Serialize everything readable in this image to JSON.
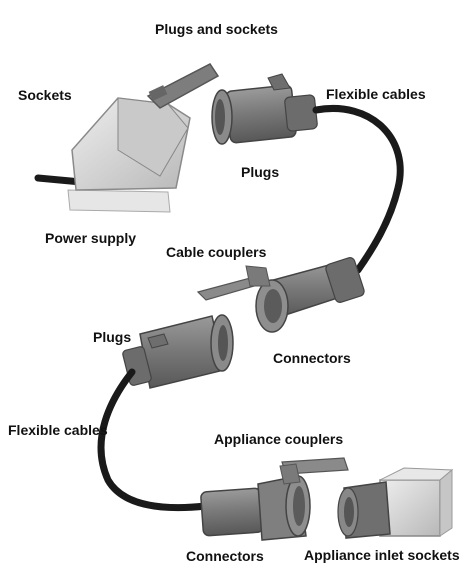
{
  "title": "Plugs and sockets",
  "labels": {
    "sockets": "Sockets",
    "power_supply": "Power supply",
    "flexible_cables_top": "Flexible cables",
    "plugs_top": "Plugs",
    "cable_couplers": "Cable couplers",
    "plugs_middle": "Plugs",
    "connectors_middle": "Connectors",
    "flexible_cables_left": "Flexible cables",
    "appliance_couplers": "Appliance couplers",
    "connectors_bottom": "Connectors",
    "appliance_inlet_sockets": "Appliance inlet sockets"
  },
  "colors": {
    "device_dark": "#6f6f6f",
    "device_mid": "#8c8c8c",
    "device_light": "#b5b5b5",
    "socket_body": "#d4d4d4",
    "cable": "#1a1a1a",
    "text": "#111111"
  }
}
